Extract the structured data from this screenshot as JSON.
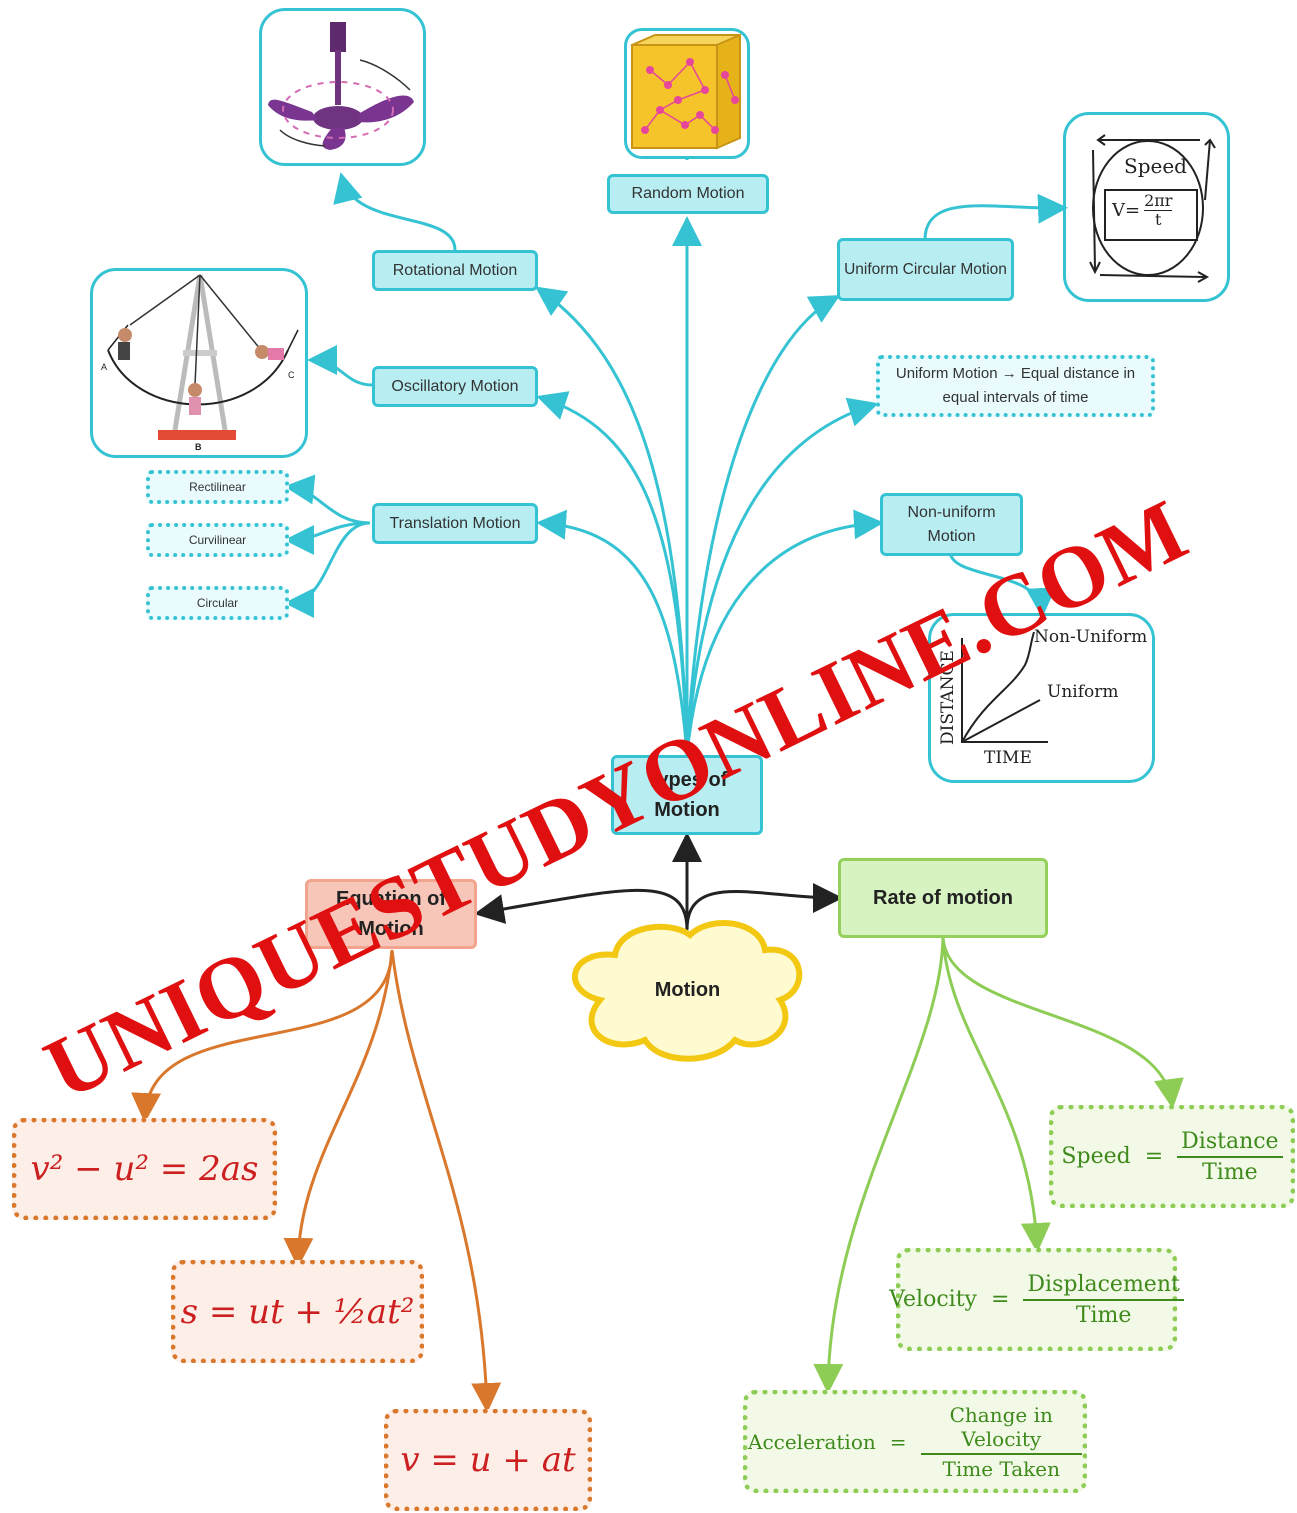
{
  "central": {
    "label": "Motion"
  },
  "types": {
    "label": "Types of Motion",
    "rotational": "Rotational Motion",
    "random": "Random Motion",
    "uniform_circular": "Uniform Circular Motion",
    "oscillatory": "Oscillatory Motion",
    "uniform": "Uniform Motion → Equal distance in equal intervals of time",
    "translation": "Translation Motion",
    "non_uniform": "Non-uniform Motion",
    "translation_subtypes": [
      "Rectilinear",
      "Curvilinear",
      "Circular"
    ]
  },
  "illustrations": {
    "speed_box": {
      "title": "Speed",
      "formula_left": "V=",
      "numerator": "2πr",
      "denominator": "t"
    },
    "graph": {
      "ylabel": "DISTANCE",
      "xlabel": "TIME",
      "line1": "Non-Uniform",
      "line2": "Uniform"
    },
    "swing_labels": [
      "A",
      "B",
      "C"
    ]
  },
  "equations": {
    "label": "Equation of Motion",
    "items": [
      "v² − u² = 2as",
      "s = ut + ½at²",
      "v = u + at"
    ]
  },
  "rate": {
    "label": "Rate of motion",
    "speed": {
      "name": "Speed",
      "num": "Distance",
      "den": "Time"
    },
    "velocity": {
      "name": "Velocity",
      "num": "Displacement",
      "den": "Time"
    },
    "acceleration": {
      "name": "Acceleration",
      "num": "Change in Velocity",
      "den": "Time Taken"
    }
  },
  "watermark": "UNIQUESTUDYONLINE.COM",
  "colors": {
    "cyan": "#35c3d3",
    "orange": "#d9782c",
    "green": "#8dcc55",
    "red": "#e01010"
  }
}
